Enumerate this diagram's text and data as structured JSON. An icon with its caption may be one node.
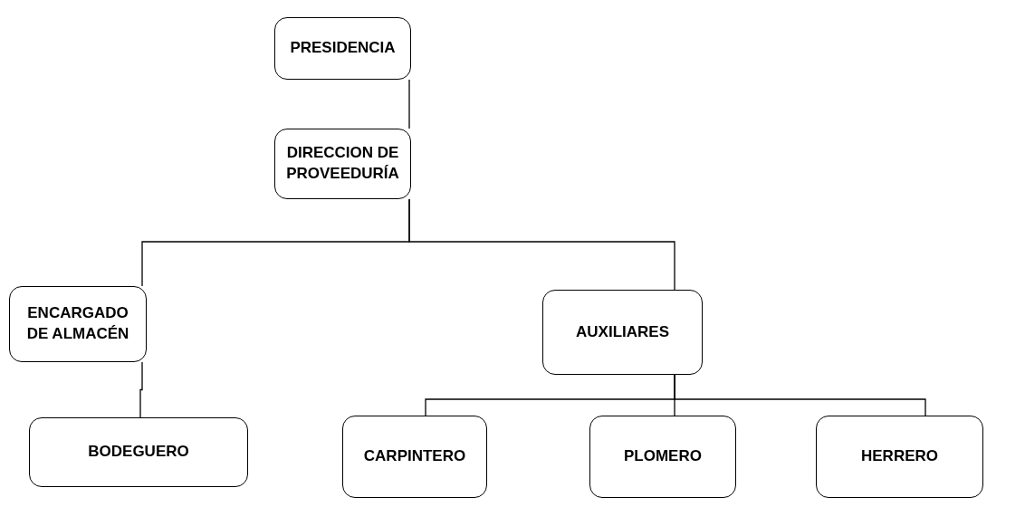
{
  "diagram": {
    "nodes": [
      {
        "text": [
          "PRESIDENCIA"
        ]
      },
      {
        "text": [
          "DIRECCION DE PROVEEDURÍA"
        ]
      },
      {
        "text": [
          "ENCARGADO DE ALMACÉN"
        ]
      },
      {
        "text": [
          "AUXILIARES"
        ]
      },
      {
        "text": [
          "BODEGUERO"
        ]
      },
      {
        "text": [
          "CARPINTERO"
        ]
      },
      {
        "text": [
          "PLOMERO"
        ]
      },
      {
        "text": [
          "HERRERO"
        ]
      }
    ],
    "edges": [
      {
        "from": 0,
        "to": 1,
        "arrow": "none"
      },
      {
        "from": 1,
        "to": 2,
        "arrow": "none"
      },
      {
        "from": 1,
        "to": 3,
        "arrow": "none"
      },
      {
        "from": 2,
        "to": 4,
        "arrow": "none"
      },
      {
        "from": 3,
        "to": 5,
        "arrow": "none"
      },
      {
        "from": 3,
        "to": 6,
        "arrow": "none"
      },
      {
        "from": 3,
        "to": 7,
        "arrow": "none"
      }
    ]
  }
}
